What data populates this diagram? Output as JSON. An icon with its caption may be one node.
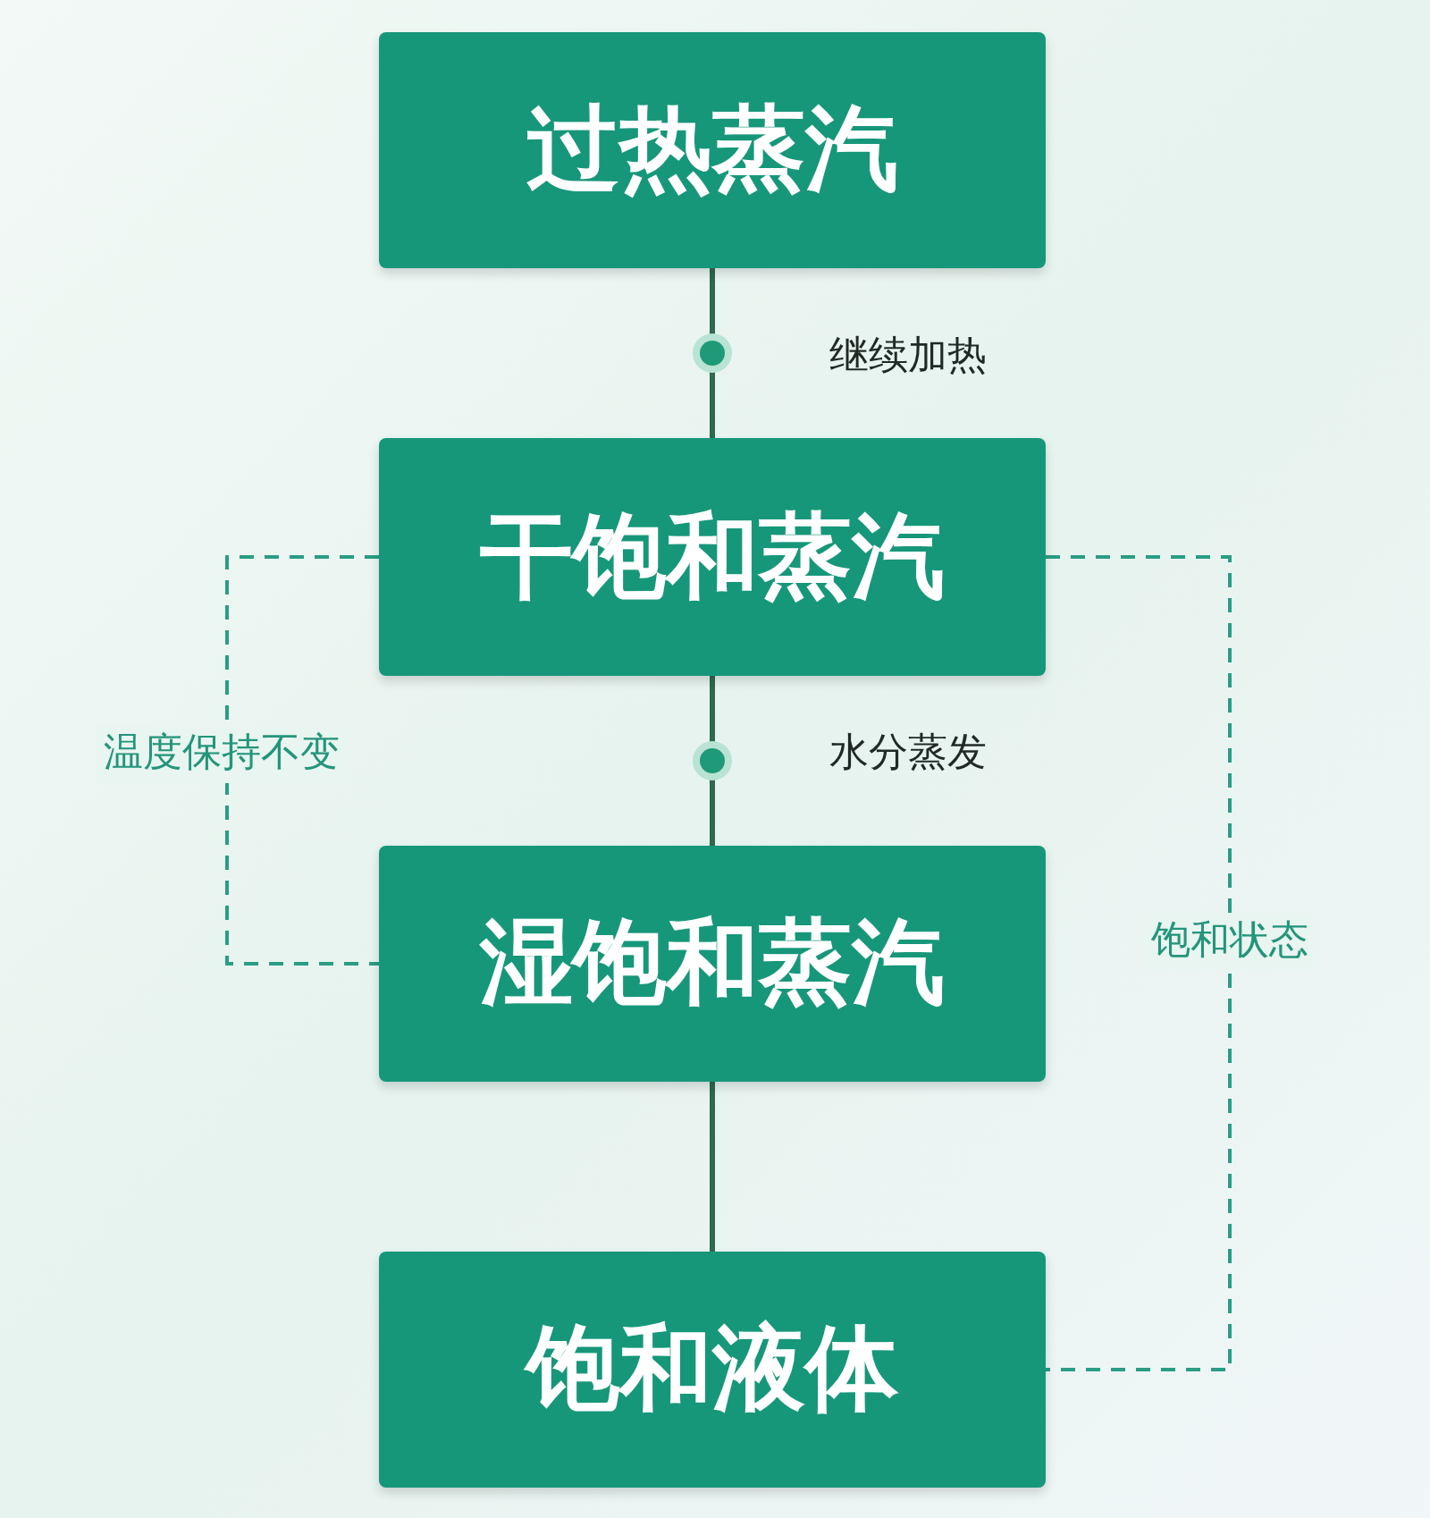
{
  "diagram": {
    "nodes": [
      {
        "text": [
          "过热蒸汽"
        ]
      },
      {
        "text": [
          "干饱和蒸汽"
        ]
      },
      {
        "text": [
          "湿饱和蒸汽"
        ]
      },
      {
        "text": [
          "饱和液体"
        ]
      }
    ],
    "edges": [
      {
        "from": 0,
        "to": 1,
        "arrow": "none",
        "label": "继续加热"
      },
      {
        "from": 1,
        "to": 2,
        "arrow": "none",
        "label": "水分蒸发"
      },
      {
        "from": 2,
        "to": 3,
        "arrow": "none"
      },
      {
        "from": 1,
        "to": 2,
        "arrow": "none",
        "label": "温度保持不变",
        "style": "dashed",
        "color": "#2a9d84"
      },
      {
        "from": 1,
        "to": 3,
        "arrow": "none",
        "label": "饱和状态",
        "style": "dashed",
        "color": "#2a9d84"
      }
    ]
  }
}
